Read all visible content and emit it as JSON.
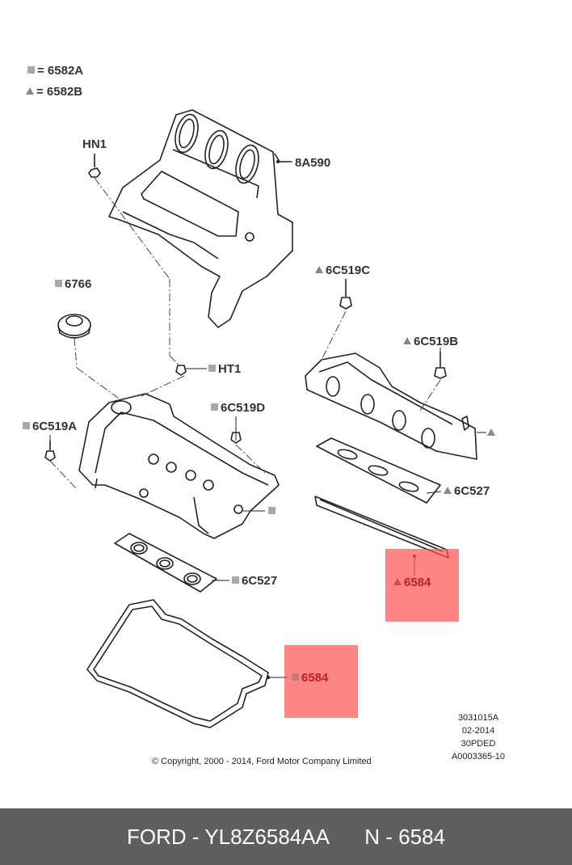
{
  "legend": [
    {
      "marker": "square",
      "text": "= 6582A"
    },
    {
      "marker": "triangle",
      "text": "= 6582B"
    }
  ],
  "callouts": {
    "hn1": "HN1",
    "a8a590": "8A590",
    "c6766": "6766",
    "ht1": "HT1",
    "c6c519c": "6C519C",
    "c6c519b": "6C519B",
    "c6c519d": "6C519D",
    "c6c519a": "6C519A",
    "c6c527_right": "6C527",
    "c6c527_left": "6C527",
    "c6584_right": "6584",
    "c6584_left": "6584"
  },
  "info": {
    "line1": "3031015A",
    "line2": "02-2014",
    "line3": "30PDED",
    "line4": "A0003365-10"
  },
  "copyright": "© Copyright, 2000 - 2014, Ford Motor Company Limited",
  "footer": {
    "brand_part": "FORD - YL8Z6584AA",
    "ref": "N - 6584"
  },
  "colors": {
    "highlight": "#ff5050",
    "footer_bg": "#5f5f5f",
    "marker_gray": "#a8a8a8"
  }
}
